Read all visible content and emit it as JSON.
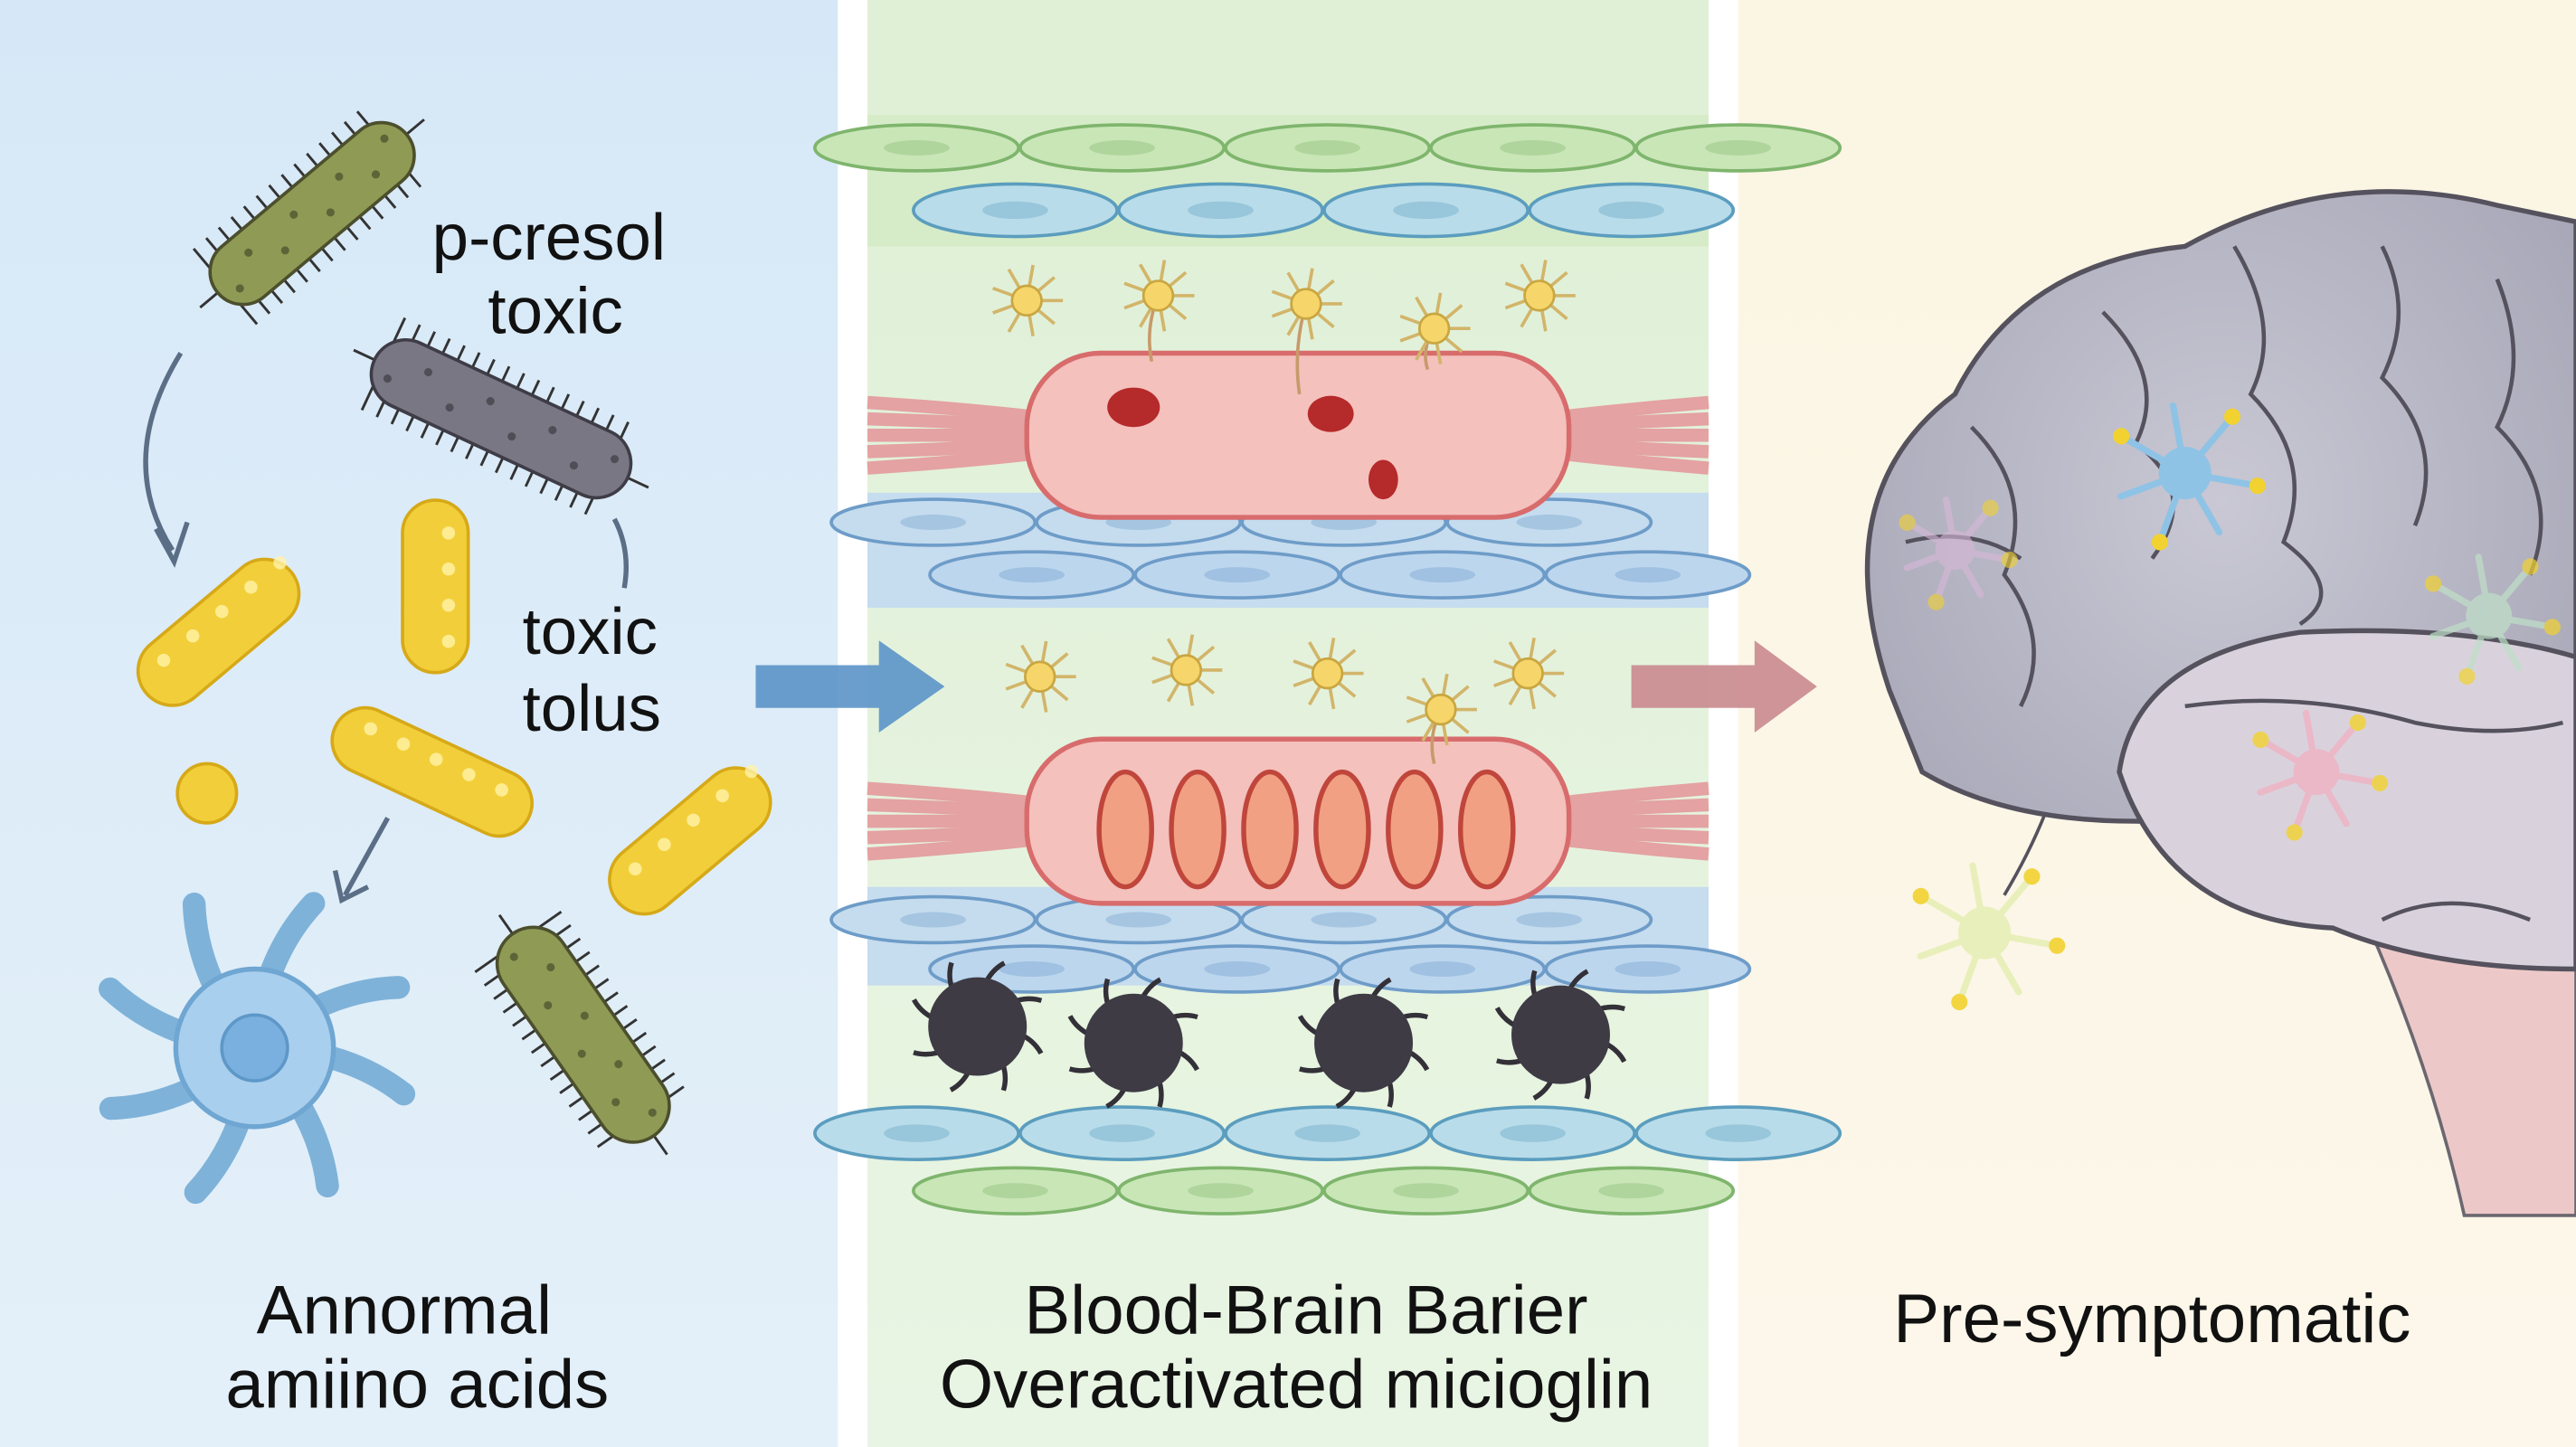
{
  "panels": [
    {
      "id": "gut",
      "background": "#dcebf8",
      "annotations": [
        "p-cresol",
        "toxic",
        "toxic",
        "tolus"
      ],
      "caption": [
        "Annormal",
        "amiino acids"
      ]
    },
    {
      "id": "bbb",
      "background": "#e4f3dd",
      "caption": [
        "Blood-Brain Barier",
        "Overactivated micioglin"
      ]
    },
    {
      "id": "brain",
      "background": "#fbf6e5",
      "caption": [
        "Pre-symptomatic"
      ]
    }
  ],
  "arrows": [
    {
      "from": "gut",
      "to": "bbb",
      "color": "#5b93c8"
    },
    {
      "from": "bbb",
      "to": "brain",
      "color": "#c98a8e"
    }
  ]
}
